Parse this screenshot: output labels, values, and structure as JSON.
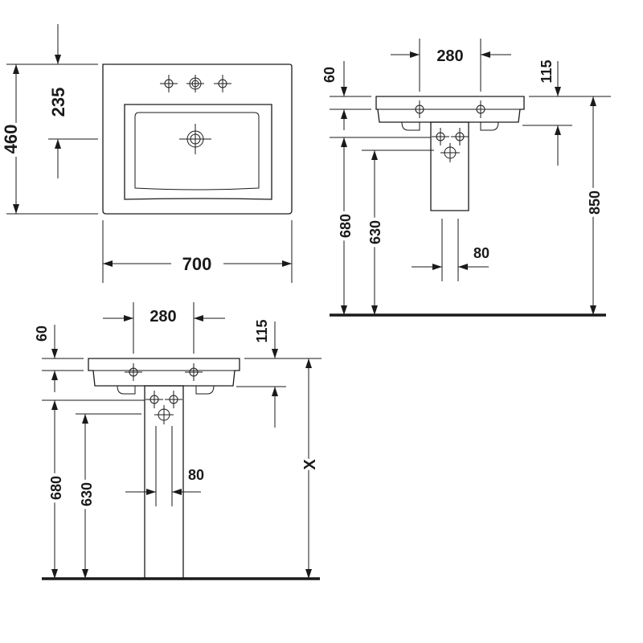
{
  "top_view": {
    "width_dim": "700",
    "height_dim": "460",
    "tap_offset_dim": "235"
  },
  "side_view_wall": {
    "tap_spacing_dim": "280",
    "rim_dim": "60",
    "depth_dim": "115",
    "trap_height_dim": "680",
    "waste_height_dim": "630",
    "pedestal_width_dim": "80",
    "rim_height_dim": "850"
  },
  "side_view_floor": {
    "tap_spacing_dim": "280",
    "rim_dim": "60",
    "depth_dim": "115",
    "trap_height_dim": "680",
    "waste_height_dim": "630",
    "pedestal_width_dim": "80",
    "total_height_dim": "X"
  }
}
